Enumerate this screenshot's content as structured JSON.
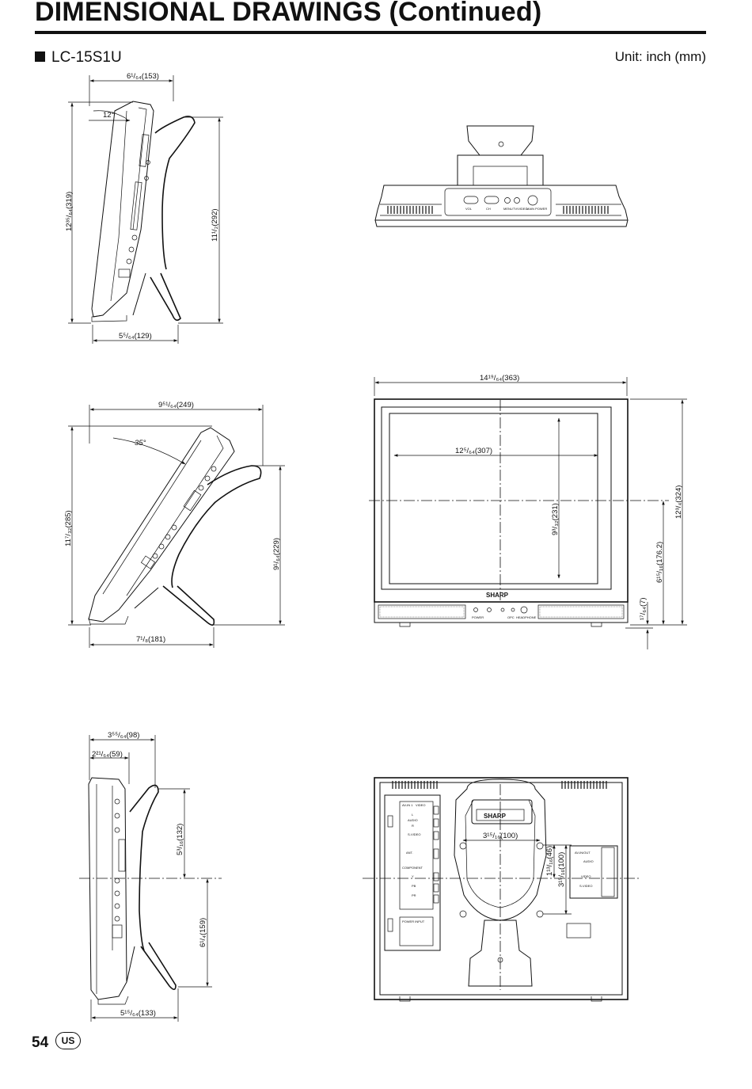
{
  "header": {
    "title": "DIMENSIONAL DRAWINGS (Continued)"
  },
  "model": "LC-15S1U",
  "unit": "Unit: inch (mm)",
  "icons": {
    "bullet": "black-square-icon"
  },
  "drawings": {
    "side_12deg": {
      "angle": "12°",
      "top_width": "6¹/₆₄(153)",
      "height_total": "12³⁵/₆₄(319)",
      "height_stand": "11¹/₂(292)",
      "base_depth": "5⁵/₆₄(129)"
    },
    "side_35deg": {
      "angle": "35°",
      "top_width": "9⁵¹/₆₄(249)",
      "height_total": "11⁷/₃₂(285)",
      "height_stand": "9¹/₆₄(229)",
      "base_depth": "7¹/₈(181)"
    },
    "side_upright": {
      "width_outer": "3⁵⁵/₆₄(98)",
      "width_inner": "2²¹/₆₄(59)",
      "upper_height": "5³/₁₆(132)",
      "lower_height": "6¹/₄(159)",
      "base_depth": "5¹⁵/₆₄(133)"
    },
    "front": {
      "width": "14¹⁹/₆₄(363)",
      "screen_width": "12⁵/₆₄(307)",
      "screen_height": "9³/₃₂(231)",
      "height": "12³/₄(324)",
      "center_height": "6¹⁵/₁₆(176.2)",
      "foot": "¹⁷/₆₄(7)",
      "brand": "SHARP",
      "front_labels": [
        "POWER",
        "OPC",
        "HEADPHONE"
      ]
    },
    "top": {
      "control_labels": [
        "VOL",
        "CH",
        "MENU",
        "TV/VIDEO",
        "MAIN POWER"
      ]
    },
    "rear": {
      "brand": "SHARP",
      "mount_width": "3¹⁵/₁₆(100)",
      "mount_offset": "1¹³/₁₆(46)",
      "mount_height": "3¹⁵/₁₆(100)",
      "labels": [
        "AV-IN 1",
        "VIDEO",
        "L",
        "AUDIO",
        "R",
        "S-VIDEO",
        "ANT.",
        "COMPONENT",
        "Y",
        "PB",
        "PR",
        "POWER INPUT",
        "AV-IN/OUT",
        "S-VIDEO"
      ]
    }
  },
  "footer": {
    "page_number": "54",
    "region": "US"
  }
}
